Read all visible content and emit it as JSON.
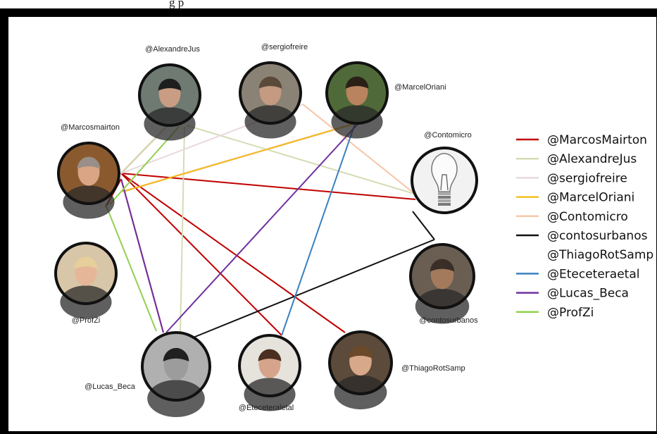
{
  "top_strip_text": "g                     p",
  "nodes": [
    {
      "id": "alexandrejus",
      "label": "@AlexandreJus",
      "color": "#6e7a72",
      "skin": "#c99c84",
      "hair": "#1e1e1e"
    },
    {
      "id": "sergiofreire",
      "label": "@sergiofreire",
      "color": "#8a8275",
      "skin": "#c49a82",
      "hair": "#5a4a3a"
    },
    {
      "id": "marceloriani",
      "label": "@MarcelOriani",
      "color": "#4f6a38",
      "skin": "#b8835e",
      "hair": "#2a2018"
    },
    {
      "id": "marcosmairton",
      "label": "@Marcosmairton",
      "color": "#8a5a2e",
      "skin": "#d9a584",
      "hair": "#9a8f88"
    },
    {
      "id": "contomicro",
      "label": "@Contomicro",
      "color": "#f2f2f2",
      "skin": "#f2f2f2",
      "hair": "#888"
    },
    {
      "id": "profzi",
      "label": "@ProfZi",
      "color": "#d8c6a8",
      "skin": "#e6b698",
      "hair": "#e6cf9a"
    },
    {
      "id": "contosurbanos",
      "label": "@contosurbanos",
      "color": "#6a5e52",
      "skin": "#a37a5c",
      "hair": "#3a2e28"
    },
    {
      "id": "lucas_beca",
      "label": "@Lucas_Beca",
      "color": "#b0b0b0",
      "skin": "#9c9c9c",
      "hair": "#202020"
    },
    {
      "id": "eteceteraletal",
      "label": "@Eteceteraletal",
      "color": "#e6e2dc",
      "skin": "#d6a48a",
      "hair": "#4a3020"
    },
    {
      "id": "thiagorotsamp",
      "label": "@ThiagoRotSamp",
      "color": "#5c4a3a",
      "skin": "#d7a88a",
      "hair": "#6a4a2a"
    }
  ],
  "edge_groups": [
    {
      "source": "marcosmairton",
      "color": "#c00000",
      "targets": [
        "alexandrejus",
        "marceloriani",
        "contomicro",
        "profzi",
        "lucas_beca",
        "eteceteraletal",
        "thiagorotsamp"
      ]
    },
    {
      "source": "alexandrejus",
      "color": "#d4dcb4",
      "targets": [
        "marcosmairton",
        "contomicro",
        "lucas_beca"
      ]
    },
    {
      "source": "sergiofreire",
      "color": "#e8d8dc",
      "targets": [
        "marcosmairton",
        "contomicro"
      ]
    },
    {
      "source": "marceloriani",
      "color": "#f4c020",
      "targets": [
        "marcosmairton"
      ]
    },
    {
      "source": "contomicro",
      "color": "#f8c8a8",
      "targets": [
        "contosurbanos",
        "sergiofreire"
      ]
    },
    {
      "source": "contosurbanos",
      "color": "#111111",
      "targets": [
        "lucas_beca",
        "contomicro"
      ]
    },
    {
      "source": "eteceteraletal",
      "color": "#3a80c0",
      "targets": [
        "marceloriani"
      ]
    },
    {
      "source": "lucas_beca",
      "color": "#7030a0",
      "targets": [
        "marceloriani",
        "marcosmairton"
      ]
    },
    {
      "source": "profzi",
      "color": "#92d050",
      "targets": [
        "lucas_beca",
        "alexandrejus"
      ]
    }
  ],
  "legend": [
    {
      "label": "@MarcosMairton",
      "color": "#c00000"
    },
    {
      "label": "@AlexandreJus",
      "color": "#d4dcb4"
    },
    {
      "label": "@sergiofreire",
      "color": "#e8d8dc"
    },
    {
      "label": "@MarcelOriani",
      "color": "#f4c020"
    },
    {
      "label": "@Contomicro",
      "color": "#f8c8a8"
    },
    {
      "label": "@contosurbanos",
      "color": "#111111"
    },
    {
      "label": "@ThiagoRotSamp",
      "color": ""
    },
    {
      "label": "@Eteceteraetal",
      "color": "#3a80c0"
    },
    {
      "label": "@Lucas_Beca",
      "color": "#7030a0"
    },
    {
      "label": "@ProfZi",
      "color": "#92d050"
    }
  ]
}
